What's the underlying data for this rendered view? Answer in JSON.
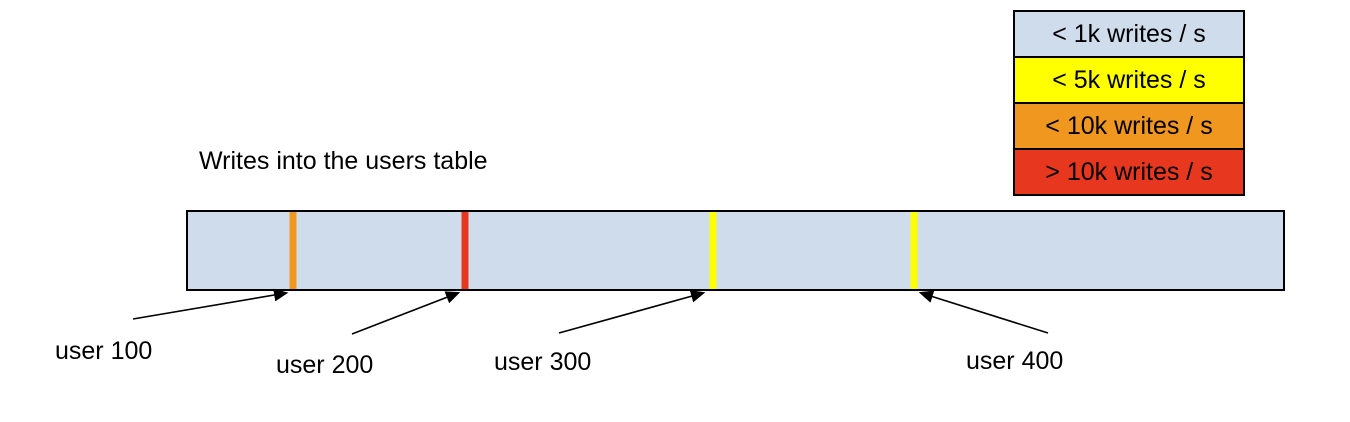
{
  "title": "Writes into the users table",
  "legend": {
    "items": [
      {
        "label": "< 1k writes / s",
        "color": "#cfdcec"
      },
      {
        "label": "< 5k writes / s",
        "color": "#ffff00"
      },
      {
        "label": "< 10k writes / s",
        "color": "#f0971f"
      },
      {
        "label": "> 10k writes / s",
        "color": "#e7371f"
      }
    ]
  },
  "bar": {
    "fill": "#cfdcec",
    "border_color": "#000000",
    "markers": [
      {
        "user": "user 100",
        "rate_bucket": "< 10k writes / s",
        "color": "#f0971f",
        "position_pct": 9.6
      },
      {
        "user": "user 200",
        "rate_bucket": "> 10k writes / s",
        "color": "#e7371f",
        "position_pct": 25.3
      },
      {
        "user": "user 300",
        "rate_bucket": "< 5k writes / s",
        "color": "#ffff00",
        "position_pct": 47.9
      },
      {
        "user": "user 400",
        "rate_bucket": "< 5k writes / s",
        "color": "#ffff00",
        "position_pct": 66.3
      }
    ]
  }
}
